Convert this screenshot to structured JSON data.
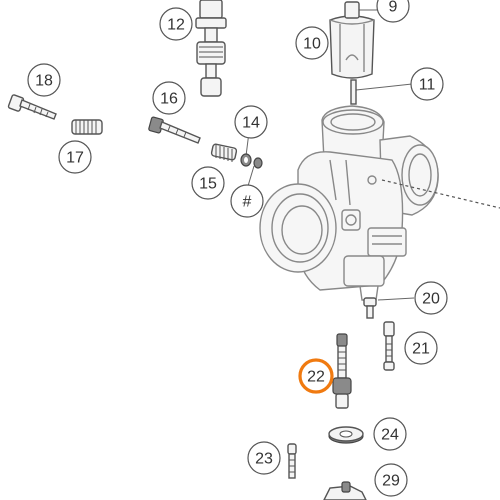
{
  "diagram": {
    "callouts": [
      {
        "id": "c9",
        "label": "9",
        "highlighted": false
      },
      {
        "id": "c10",
        "label": "10",
        "highlighted": false
      },
      {
        "id": "c11",
        "label": "11",
        "highlighted": false
      },
      {
        "id": "c12",
        "label": "12",
        "highlighted": false
      },
      {
        "id": "c14",
        "label": "14",
        "highlighted": false
      },
      {
        "id": "c15",
        "label": "15",
        "highlighted": false
      },
      {
        "id": "c16",
        "label": "16",
        "highlighted": false
      },
      {
        "id": "c17",
        "label": "17",
        "highlighted": false
      },
      {
        "id": "c18",
        "label": "18",
        "highlighted": false
      },
      {
        "id": "chash",
        "label": "#",
        "highlighted": false
      },
      {
        "id": "c20",
        "label": "20",
        "highlighted": false
      },
      {
        "id": "c21",
        "label": "21",
        "highlighted": false
      },
      {
        "id": "c22",
        "label": "22",
        "highlighted": true
      },
      {
        "id": "c23",
        "label": "23",
        "highlighted": false
      },
      {
        "id": "c24",
        "label": "24",
        "highlighted": false
      },
      {
        "id": "c29",
        "label": "29",
        "highlighted": false
      }
    ],
    "colors": {
      "callout_ring": "#555555",
      "highlight_ring": "#f07a10",
      "text": "#333333"
    }
  }
}
